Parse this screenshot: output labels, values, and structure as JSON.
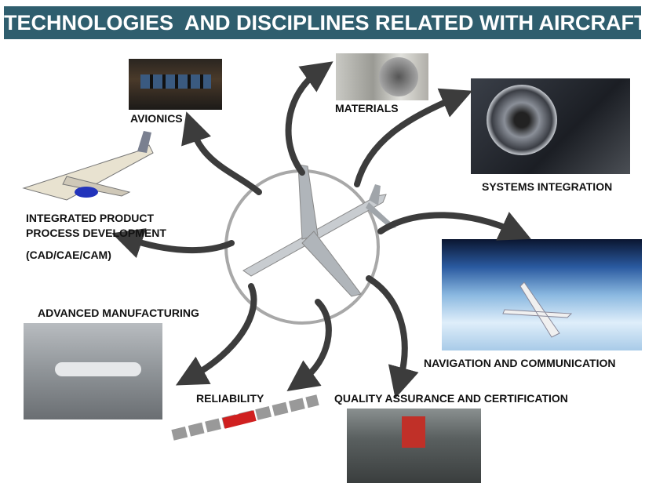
{
  "title": "TECHNOLOGIES  AND DISCIPLINES RELATED WITH AIRCRAFT",
  "center_icon": "airplane-icon",
  "disciplines": {
    "avionics": "AVIONICS",
    "materials": "MATERIALS",
    "systems_integration": "SYSTEMS INTEGRATION",
    "ippd_line1": "INTEGRATED PRODUCT",
    "ippd_line2": "PROCESS DEVELOPMENT",
    "ippd_line3": "(CAD/CAE/CAM)",
    "advanced_manufacturing": "ADVANCED MANUFACTURING",
    "navigation": "NAVIGATION AND COMMUNICATION",
    "reliability": "RELIABILITY",
    "quality": "QUALITY ASSURANCE AND CERTIFICATION"
  },
  "colors": {
    "title_bg": "#2f5e6e",
    "arrow": "#3c3c3c",
    "circle": "#a8a8a8"
  }
}
